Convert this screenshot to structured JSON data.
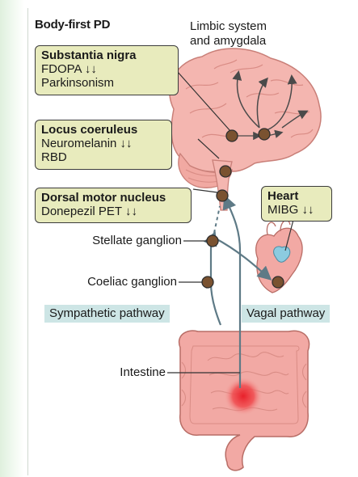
{
  "title": "Body-first PD",
  "limbic": {
    "line1": "Limbic system",
    "line2": "and amygdala"
  },
  "boxes": {
    "substantia_nigra": {
      "head": "Substantia nigra",
      "line1": "FDOPA ↓↓",
      "line2": "Parkinsonism"
    },
    "locus_coeruleus": {
      "head": "Locus coeruleus",
      "line1": "Neuromelanin ↓↓",
      "line2": "RBD"
    },
    "dorsal_motor_nucleus": {
      "head": "Dorsal motor nucleus",
      "line1": "Donepezil PET ↓↓"
    },
    "heart": {
      "head": "Heart",
      "line1": "MIBG ↓↓"
    }
  },
  "ganglia": {
    "stellate": "Stellate ganglion",
    "coeliac": "Coeliac ganglion"
  },
  "pathways": {
    "sympathetic": "Sympathetic pathway",
    "vagal": "Vagal pathway"
  },
  "organs": {
    "intestine": "Intestine"
  },
  "colors": {
    "box_fill": "#e8ebbd",
    "pathway_band": "#cde5e5",
    "organ_pink": "#f2a9a4",
    "node_brown": "#7a5230",
    "heart_blue": "#8ccbe0",
    "lesion_red": "#e8202a"
  }
}
